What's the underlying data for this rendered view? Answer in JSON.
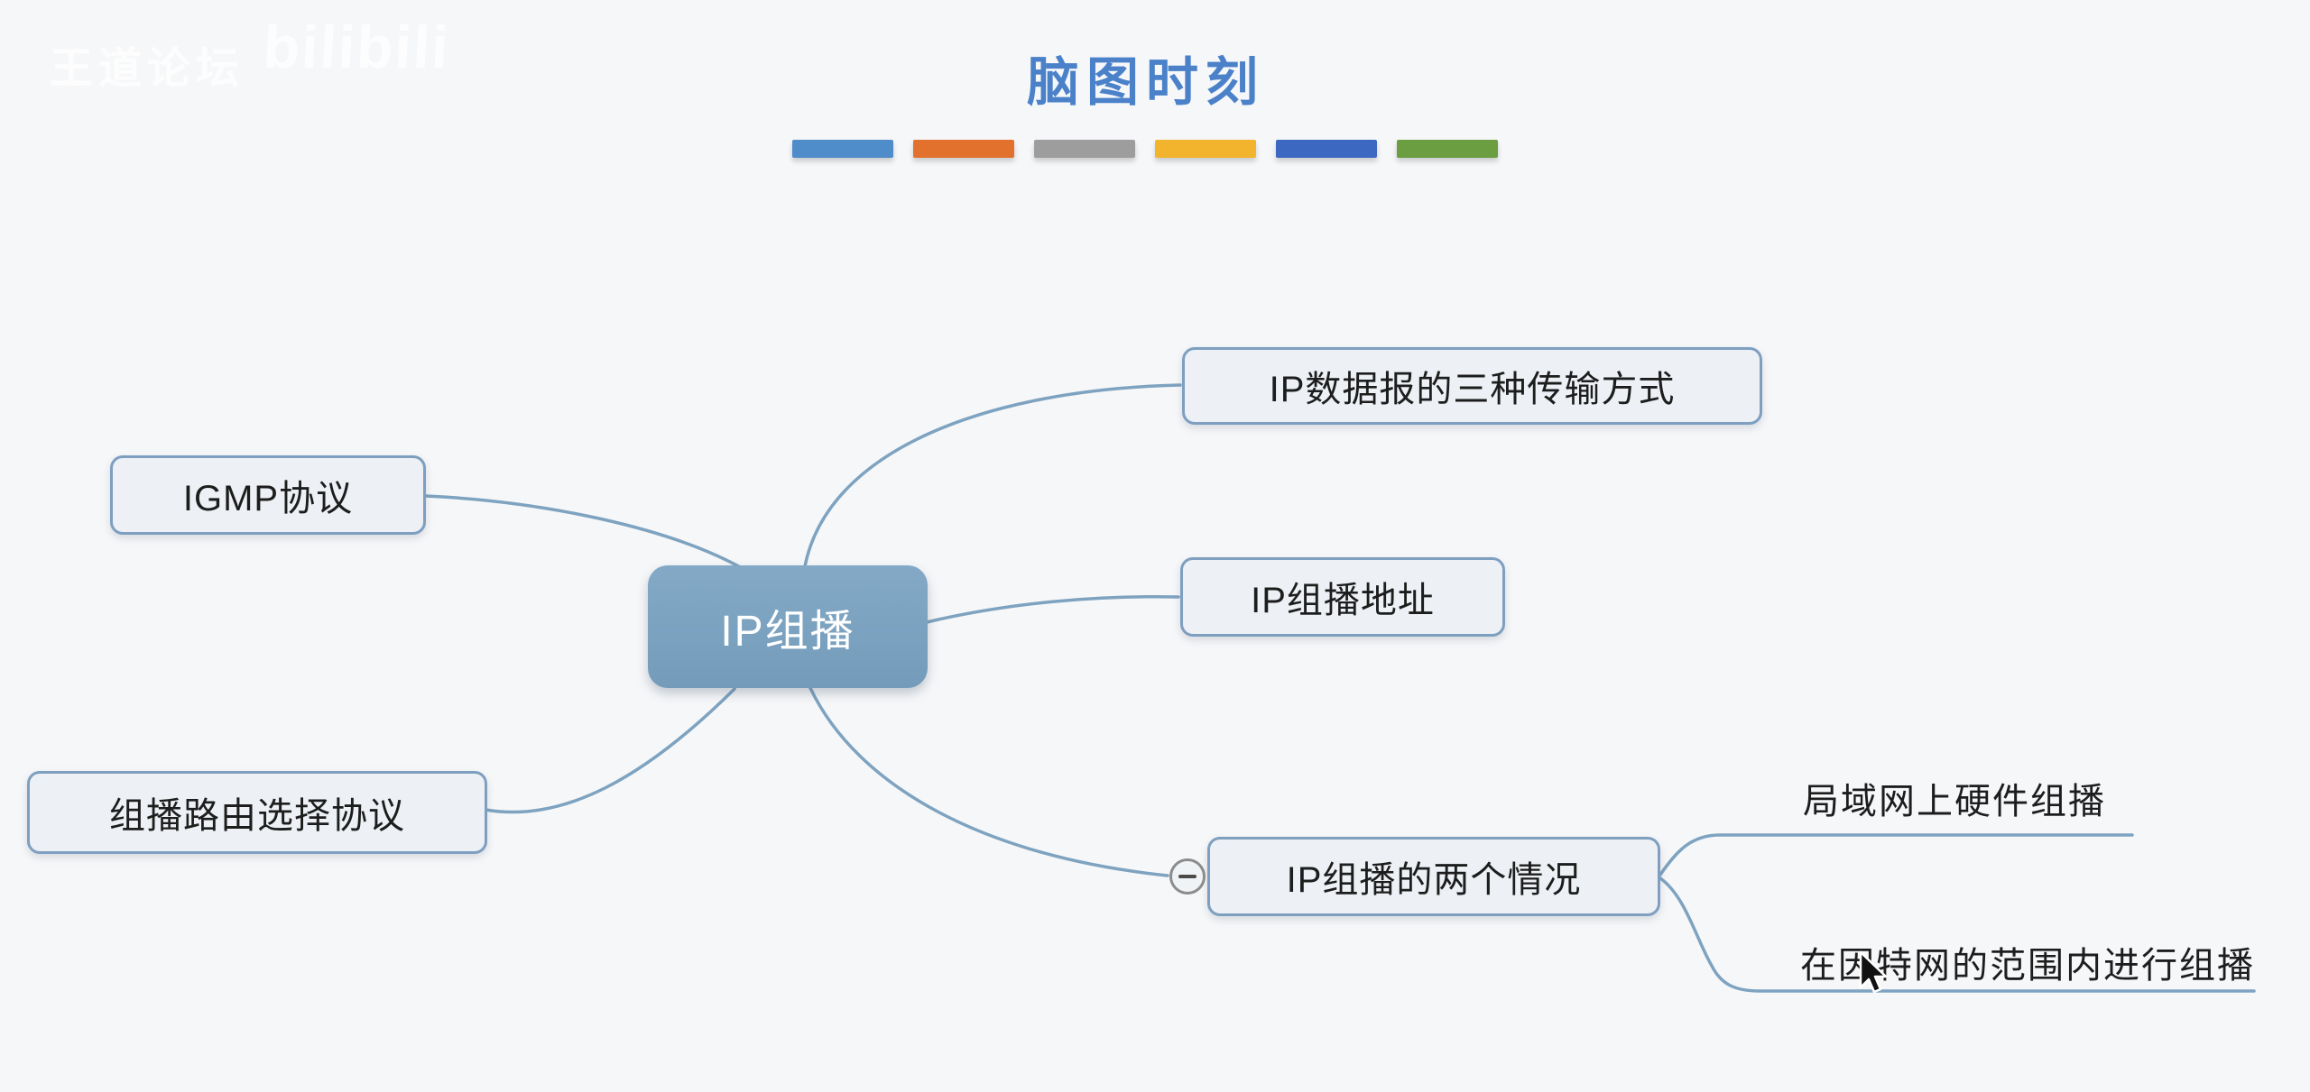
{
  "watermark": {
    "site_name": "王道论坛",
    "platform_logo": "bilibili"
  },
  "header": {
    "title": "脑图时刻",
    "bar_colors": [
      "#4f8cca",
      "#e2712d",
      "#9d9d9d",
      "#f2b42c",
      "#3c68c2",
      "#6a9e40"
    ]
  },
  "mindmap": {
    "root": {
      "label": "IP组播"
    },
    "left_nodes": [
      {
        "label": "IGMP协议"
      },
      {
        "label": "组播路由选择协议"
      }
    ],
    "right_nodes": [
      {
        "label": "IP数据报的三种传输方式"
      },
      {
        "label": "IP组播地址"
      },
      {
        "label": "IP组播的两个情况"
      }
    ],
    "sub_topics": [
      {
        "label": "局域网上硬件组播"
      },
      {
        "label": "在因特网的范围内进行组播"
      }
    ],
    "collapse_icon": "minus-circle"
  },
  "colors": {
    "background": "#f6f7f9",
    "title_text": "#4a81c9",
    "root_fill": "#7ba2c1",
    "child_fill": "#edf1f5",
    "child_border": "#7e9fc0",
    "connector": "#7ea3c0"
  }
}
